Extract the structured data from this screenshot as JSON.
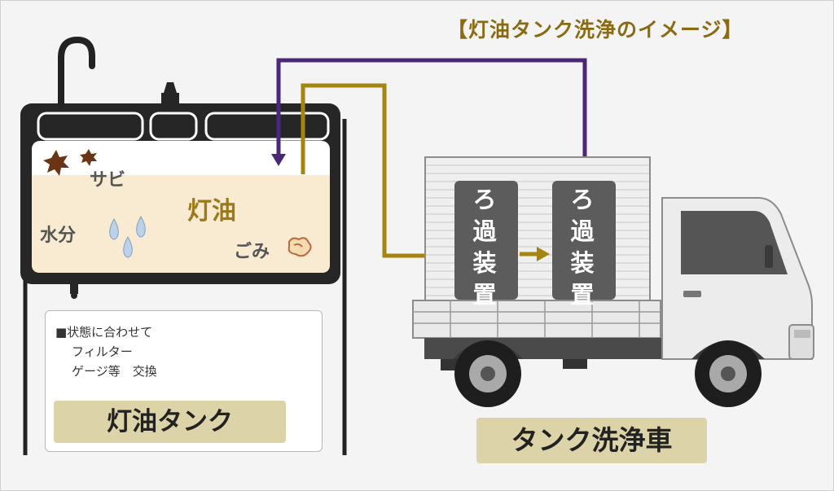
{
  "title": "【灯油タンク洗浄のイメージ】",
  "tank": {
    "rust_label": "サビ",
    "water_label": "水分",
    "oil_label": "灯油",
    "dirt_label": "ごみ",
    "note_lines": [
      "■状態に合わせて",
      "フィルター",
      "ゲージ等　交換"
    ],
    "badge": "灯油タンク"
  },
  "truck": {
    "filter_1": [
      "ろ",
      "過",
      "装",
      "置"
    ],
    "filter_2": [
      "ろ",
      "過",
      "装",
      "置"
    ],
    "badge": "タンク洗浄車"
  },
  "colors": {
    "return_line": "#4a2878",
    "suction_line": "#a48510",
    "oil_fill": "#f8ebd1",
    "rust": "#6b3515",
    "badge_bg": "#ddd3a8"
  }
}
